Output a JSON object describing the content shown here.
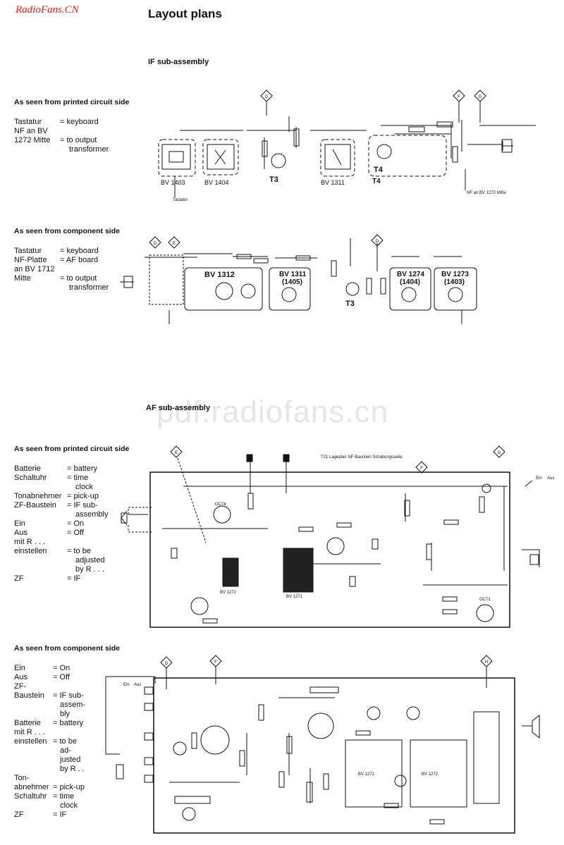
{
  "header": {
    "brand": "RadioFans.CN",
    "title": "Layout plans"
  },
  "watermark": "pdf.radiofans.cn",
  "if_section": {
    "heading": "IF sub-assembly",
    "pcb_side": {
      "subheading": "As seen from printed circuit side",
      "legend": [
        {
          "term": "Tastatur",
          "eq": "= keyboard"
        },
        {
          "term": "NF an BV",
          "eq": ""
        },
        {
          "term": "1272 Mitte",
          "eq": "= to output"
        },
        {
          "term": "",
          "eq": "transformer"
        }
      ],
      "labels": {
        "bv1": "BV 1403",
        "bv2": "BV 1404",
        "bv3": "BV 1311",
        "t3": "T3",
        "t4": "T4",
        "t4b": "T4",
        "tastatur": "Tastatur",
        "nf": "NF an BV 1272 Mitte"
      }
    },
    "component_side": {
      "subheading": "As seen from component side",
      "legend": [
        {
          "term": "Tastatur",
          "eq": "= keyboard"
        },
        {
          "term": "NF-Platte",
          "eq": "= AF board"
        },
        {
          "term": "an BV 1712",
          "eq": ""
        },
        {
          "term": "Mitte",
          "eq": "= to output"
        },
        {
          "term": "",
          "eq": "transformer"
        }
      ],
      "labels": {
        "bv1312": "BV 1312",
        "bv1311": "BV 1311",
        "bv1311b": "(1405)",
        "bv1274": "BV 1274",
        "bv1274b": "(1404)",
        "bv1273": "BV 1273",
        "bv1273b": "(1403)",
        "t3": "T3"
      }
    }
  },
  "af_section": {
    "heading": "AF sub-assembly",
    "pcb_side": {
      "subheading": "As seen from printed circuit side",
      "legend": [
        {
          "term": "Batterie",
          "eq": "= battery"
        },
        {
          "term": "Schaltuhr",
          "eq": "= time"
        },
        {
          "term": "",
          "eq": "clock"
        },
        {
          "term": "Tonabnehmer",
          "eq": "= pick-up"
        },
        {
          "term": "ZF-Baustein",
          "eq": "= IF sub-"
        },
        {
          "term": "",
          "eq": "assembly"
        },
        {
          "term": "Ein",
          "eq": "= On"
        },
        {
          "term": "Aus",
          "eq": "= Off"
        },
        {
          "term": "mit R . . .",
          "eq": ""
        },
        {
          "term": "einstellen",
          "eq": "= to be"
        },
        {
          "term": "",
          "eq": "adjusted"
        },
        {
          "term": "",
          "eq": "by R . . ."
        },
        {
          "term": "ZF",
          "eq": "= IF"
        }
      ],
      "labels": {
        "bv1272": "BV 1272",
        "bv1271": "BV 1271",
        "oc74": "OC74",
        "oc71": "OC71",
        "ein": "Ein",
        "aus": "Aus",
        "header_note": "T21 Lageplan NF-Baustein Schaltungsseite"
      }
    },
    "component_side": {
      "subheading": "As seen from component side",
      "legend": [
        {
          "term": "Ein",
          "eq": "= On"
        },
        {
          "term": "Aus",
          "eq": "= Off"
        },
        {
          "term": "ZF-",
          "eq": ""
        },
        {
          "term": "Baustein",
          "eq": "= IF sub-"
        },
        {
          "term": "",
          "eq": "assem-"
        },
        {
          "term": "",
          "eq": "bly"
        },
        {
          "term": "Batterie",
          "eq": "= battery"
        },
        {
          "term": "mit R . . .",
          "eq": ""
        },
        {
          "term": "einstellen",
          "eq": "= to be"
        },
        {
          "term": "",
          "eq": "ad-"
        },
        {
          "term": "",
          "eq": "justed"
        },
        {
          "term": "",
          "eq": "by R . ."
        },
        {
          "term": "Ton-",
          "eq": ""
        },
        {
          "term": "abnehmer",
          "eq": "= pick-up"
        },
        {
          "term": "Schaltuhr",
          "eq": "= time"
        },
        {
          "term": "",
          "eq": "clock"
        },
        {
          "term": "ZF",
          "eq": "= IF"
        }
      ],
      "labels": {
        "bv1271": "BV 1271",
        "bv1272": "BV 1272",
        "ein": "Ein",
        "aus": "Aus"
      }
    }
  },
  "markers": [
    "D",
    "E",
    "F",
    "G",
    "H"
  ]
}
